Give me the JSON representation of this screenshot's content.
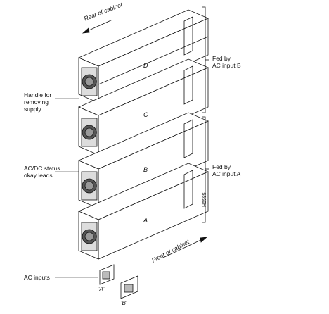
{
  "labels": {
    "rear_of_cabinet": "Rear of cabinet",
    "front_of_cabinet": "Front of cabinet",
    "handle_line1": "Handle for",
    "handle_line2": "removing",
    "handle_line3": "supply",
    "status_line1": "AC/DC status",
    "status_line2": "okay leads",
    "ac_inputs": "AC inputs",
    "fed_b_line1": "Fed by",
    "fed_b_line2": "AC input B",
    "fed_a_line1": "Fed by",
    "fed_a_line2": "AC input A",
    "supply_d": "D",
    "supply_c": "C",
    "supply_b": "B",
    "supply_a": "A",
    "input_a": "'A'",
    "input_b": "'B'",
    "figure_id": "H6585"
  },
  "colors": {
    "line": "#111111",
    "fill": "#ffffff",
    "fan": "#333333"
  }
}
